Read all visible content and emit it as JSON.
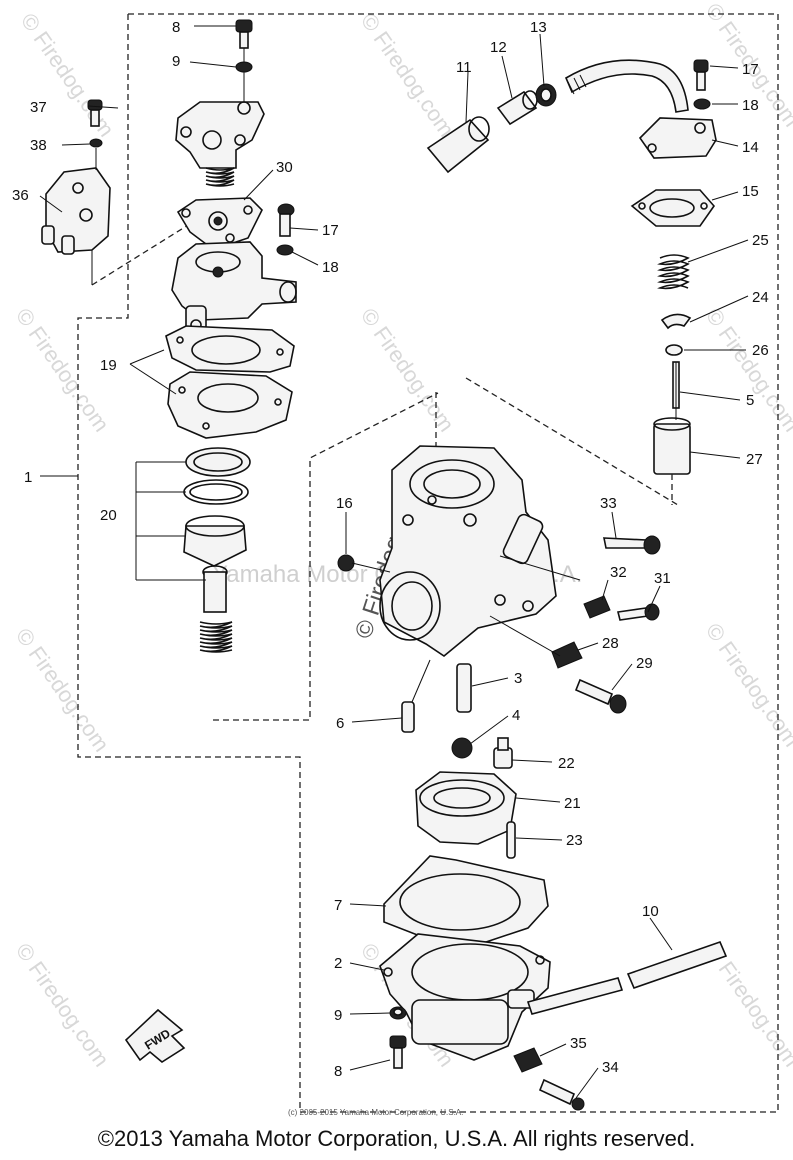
{
  "watermarks": {
    "site": "© Firedog.com",
    "brand": "Yamaha Motor Corporation, U.S.A."
  },
  "tiny_credit": "(c) 2005-2015 Yamaha Motor Corporation, U.S.A.",
  "copyright": "©2013 Yamaha Motor Corporation, U.S.A. All rights reserved.",
  "fwd_label": "FWD",
  "callouts": {
    "c1": "1",
    "c2": "2",
    "c3": "3",
    "c4": "4",
    "c5": "5",
    "c6": "6",
    "c7": "7",
    "c8a": "8",
    "c8b": "8",
    "c9a": "9",
    "c9b": "9",
    "c10": "10",
    "c11": "11",
    "c12": "12",
    "c13": "13",
    "c14": "14",
    "c15": "15",
    "c16": "16",
    "c17a": "17",
    "c17b": "17",
    "c18a": "18",
    "c18b": "18",
    "c19": "19",
    "c20": "20",
    "c21": "21",
    "c22": "22",
    "c23": "23",
    "c24": "24",
    "c25": "25",
    "c26": "26",
    "c27": "27",
    "c28": "28",
    "c29": "29",
    "c30": "30",
    "c31": "31",
    "c32": "32",
    "c33": "33",
    "c34": "34",
    "c35": "35",
    "c36": "36",
    "c37": "37",
    "c38": "38"
  }
}
